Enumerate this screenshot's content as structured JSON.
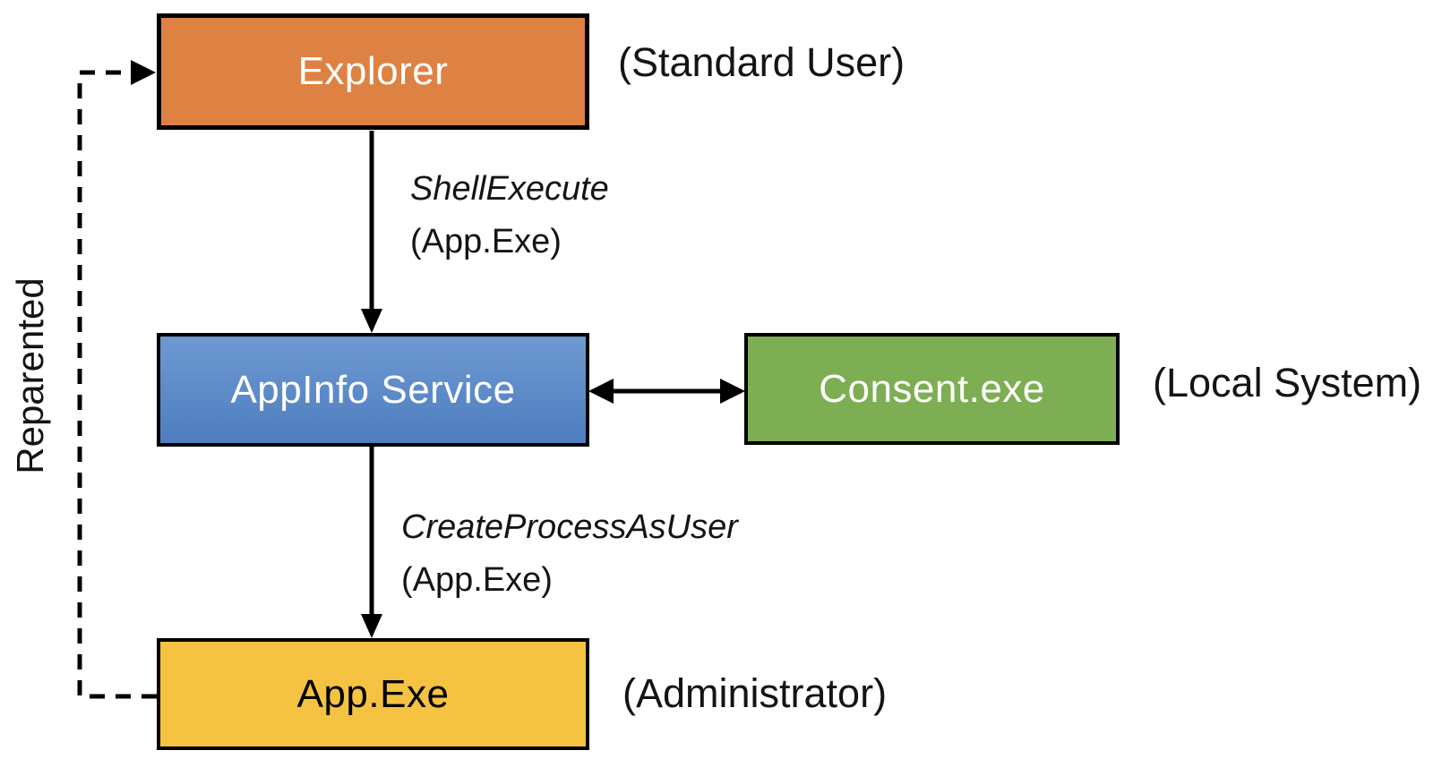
{
  "colors": {
    "background": "#FFFFFF",
    "border": "#000000",
    "arrow": "#000000",
    "text": "#141414"
  },
  "nodes": {
    "explorer": {
      "label": "Explorer",
      "fill": "#DE8244",
      "text_color": "#FFFFFF"
    },
    "appinfo_service": {
      "label": "AppInfo Service",
      "fill_top": "#6E99D1",
      "fill_bottom": "#4E7EC0",
      "text_color": "#FFFFFF"
    },
    "consent_exe": {
      "label": "Consent.exe",
      "fill": "#7EAE54",
      "text_color": "#FFFFFF"
    },
    "app_exe": {
      "label": "App.Exe",
      "fill": "#F5C242",
      "text_color": "#000000"
    }
  },
  "annotations": {
    "standard_user": "(Standard User)",
    "local_system": "(Local System)",
    "administrator": "(Administrator)"
  },
  "edges": {
    "shell_execute": {
      "call": "ShellExecute",
      "arg": "(App.Exe)"
    },
    "create_process_as_user": {
      "call": "CreateProcessAsUser",
      "arg": "(App.Exe)"
    },
    "reparented_label": "Reparented"
  }
}
